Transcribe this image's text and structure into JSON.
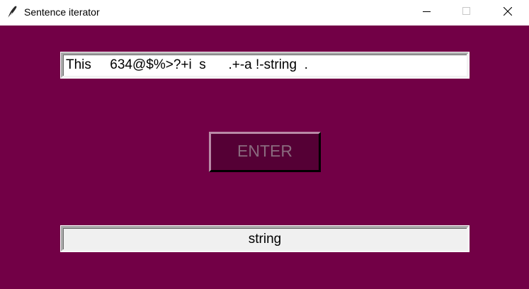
{
  "window": {
    "title": "Sentence iterator",
    "icon": "feather-icon",
    "controls": [
      "minimize-icon",
      "maximize-icon",
      "close-icon"
    ],
    "background_color": "#720046"
  },
  "input": {
    "value": "This     634@$%>?+i  s      .+-a !-string  ."
  },
  "enter_button": {
    "label": "ENTER",
    "color": "#550035"
  },
  "output": {
    "value": "string"
  }
}
